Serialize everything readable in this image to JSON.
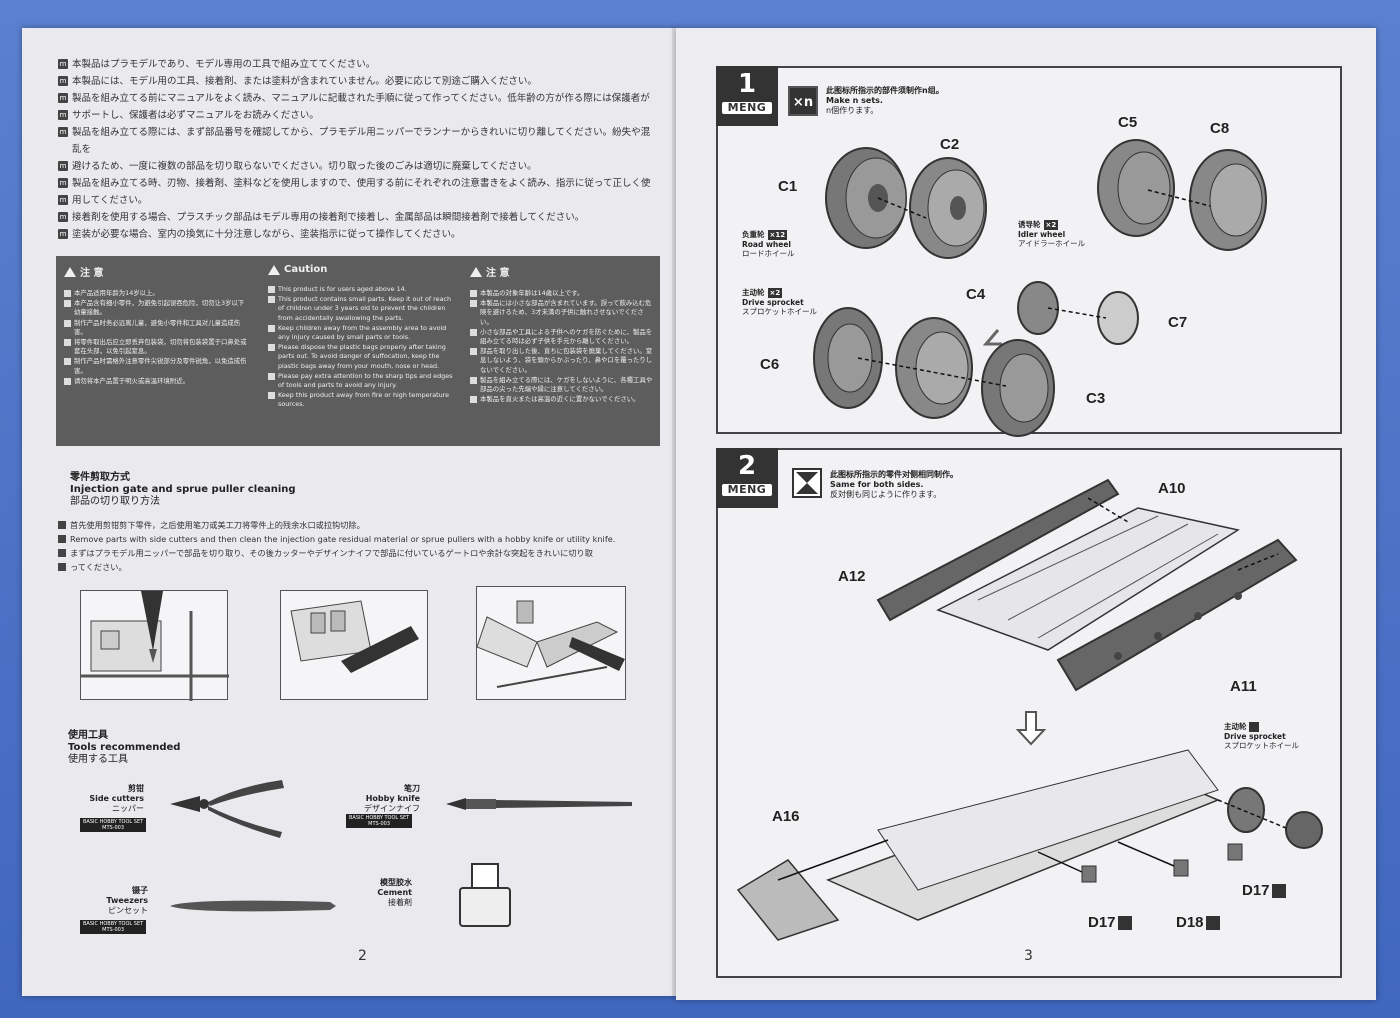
{
  "left_page": {
    "jp_notes": [
      "本製品はプラモデルであり、モデル専用の工具で組み立ててください。",
      "本製品には、モデル用の工具、接着剤、または塗料が含まれていません。必要に応じて別途ご購入ください。",
      "製品を組み立てる前にマニュアルをよく読み、マニュアルに記載された手順に従って作ってください。低年齢の方が作る際には保護者が",
      "サポートし、保護者は必ずマニュアルをお読みください。",
      "製品を組み立てる際には、まず部品番号を確認してから、プラモデル用ニッパーでランナーからきれいに切り離してください。紛失や混乱を",
      "避けるため、一度に複数の部品を切り取らないでください。切り取った後のごみは適切に廃棄してください。",
      "製品を組み立てる時、刃物、接着剤、塗料などを使用しますので、使用する前にそれぞれの注意書きをよく読み、指示に従って正しく使",
      "用してください。",
      "接着剤を使用する場合、プラスチック部品はモデル専用の接着剤で接着し、金属部品は瞬間接着剤で接着してください。",
      "塗装が必要な場合、室内の換気に十分注意しながら、塗装指示に従って操作してください。"
    ],
    "caution_cn": {
      "title": "注 意",
      "items": [
        "本产品适用年龄为14岁以上。",
        "本产品含有细小零件，为避免引起误吞危险，切勿让3岁以下幼童接触。",
        "制作产品时务必远离儿童，避免小零件和工具对儿童造成伤害。",
        "将零件取出后应立即丢弃包装袋，切勿将包装袋置于口鼻处或套在头部，以免引起窒息。",
        "制作产品时需格外注意零件尖锐部分及零件锐角，以免造成伤害。",
        "请勿将本产品置于明火或高温环境附近。"
      ]
    },
    "caution_en": {
      "title": "Caution",
      "items": [
        "This product is for users aged above 14.",
        "This product contains small parts. Keep it out of reach of children under 3 years old to prevent the children from accidentally swallowing the parts.",
        "Keep children away from the assembly area to avoid any injury caused by small parts or tools.",
        "Please dispose the plastic bags properly after taking parts out. To avoid danger of suffocation, keep the plastic bags away from your mouth, nose or head.",
        "Please pay extra attention to the sharp tips and edges of tools and parts to avoid any injury.",
        "Keep this product away from fire or high temperature sources."
      ]
    },
    "caution_jp": {
      "title": "注 意",
      "items": [
        "本製品の対象年齢は14歳以上です。",
        "本製品には小さな部品が含まれています。誤って飲み込む危険を避けるため、3才未満の子供に触れさせないでください。",
        "小さな部品や工具による子供へのケガを防ぐために、製品を組み立てる時は必ず子供を手元から離してください。",
        "部品を取り出した後、直ちに包装袋を廃棄してください。窒息しないよう、袋を頭からかぶったり、鼻や口を覆ったりしないでください。",
        "製品を組み立てる際には、ケガをしないように、各種工具や部品の尖った先端や縁に注意してください。",
        "本製品を直火または高温の近くに置かないでください。"
      ]
    },
    "injection": {
      "title_cn": "零件剪取方式",
      "title_en": "Injection gate and sprue puller cleaning",
      "title_jp": "部品の切り取り方法",
      "notes": [
        "首先使用剪钳剪下零件，之后使用笔刀或美工刀将零件上的残余水口或拉钩切除。",
        "Remove parts with side cutters and then clean the injection gate residual material or sprue pullers with a hobby knife or utility knife.",
        "まずはプラモデル用ニッパーで部品を切り取り、その後カッターやデザインナイフで部品に付いているゲートロや余計な突起をきれいに切り取",
        "ってください。"
      ]
    },
    "tools": {
      "title_cn": "使用工具",
      "title_en": "Tools recommended",
      "title_jp": "使用する工具",
      "side_cutters": {
        "cn": "剪钳",
        "en": "Side cutters",
        "jp": "ニッパー",
        "tag1": "BASIC HOBBY TOOL SET",
        "tag2": "MTS-003"
      },
      "hobby_knife": {
        "cn": "笔刀",
        "en": "Hobby knife",
        "jp": "デザインナイフ",
        "tag1": "BASIC HOBBY TOOL SET",
        "tag2": "MTS-003"
      },
      "tweezers": {
        "cn": "镊子",
        "en": "Tweezers",
        "jp": "ピンセット",
        "tag1": "BASIC HOBBY TOOL SET",
        "tag2": "MTS-003"
      },
      "cement": {
        "cn": "模型胶水",
        "en": "Cement",
        "jp": "接着剤"
      }
    },
    "page_number": "2"
  },
  "right_page": {
    "step1": {
      "number": "1",
      "brand": "MENG",
      "xn_label": "×n",
      "note_cn": "此图标所指示的部件须制作n组。",
      "note_en": "Make n sets.",
      "note_jp": "n個作ります。",
      "parts": [
        "C1",
        "C2",
        "C5",
        "C8",
        "C4",
        "C7",
        "C6",
        "C3"
      ],
      "road_wheel": {
        "cn": "负重轮",
        "count": "×12",
        "en": "Road wheel",
        "jp": "ロードホイール"
      },
      "idler_wheel": {
        "cn": "诱导轮",
        "count": "×2",
        "en": "Idler wheel",
        "jp": "アイドラーホイール"
      },
      "drive_sprocket": {
        "cn": "主动轮",
        "count": "×2",
        "en": "Drive sprocket",
        "jp": "スプロケットホイール"
      }
    },
    "step2": {
      "number": "2",
      "brand": "MENG",
      "note_cn": "此图标所指示的零件对侧相同制作。",
      "note_en": "Same for both sides.",
      "note_jp": "反対側も同じように作ります。",
      "parts": [
        "A10",
        "A12",
        "A11",
        "A16",
        "D17",
        "D18",
        "D17"
      ],
      "drive_sprocket": {
        "cn": "主动轮",
        "en": "Drive sprocket",
        "jp": "スプロケットホイール"
      }
    },
    "page_number": "3"
  },
  "colors": {
    "background": "#4a72c8",
    "paper": "#e9e9ee",
    "dark": "#333333",
    "caution_box": "#5d5d5d"
  }
}
